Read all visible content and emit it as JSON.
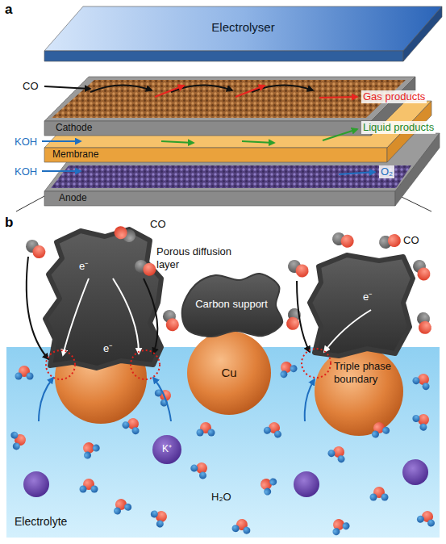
{
  "diagram": {
    "nodes": [
      {
        "text": [
          "Electrolyser"
        ]
      },
      {
        "text": [
          "Cathode"
        ]
      },
      {
        "text": [
          "Membrane"
        ]
      },
      {
        "text": [
          "Anode"
        ]
      },
      {
        "text": [
          "Carbon support"
        ]
      },
      {
        "text": [
          "Cu"
        ]
      },
      {
        "text": [
          "Electrolyte"
        ]
      },
      {
        "text": [
          "K⁺"
        ],
        "in": 6
      }
    ],
    "labels": [
      "a",
      "CO",
      "KOH",
      "KOH",
      "Gas products",
      "Liquid products",
      "O₂",
      "b",
      "CO",
      "Porous diffusion layer",
      "CO",
      "e⁻",
      "e⁻",
      "e⁻",
      "Triple phase boundary",
      "H₂O"
    ]
  }
}
